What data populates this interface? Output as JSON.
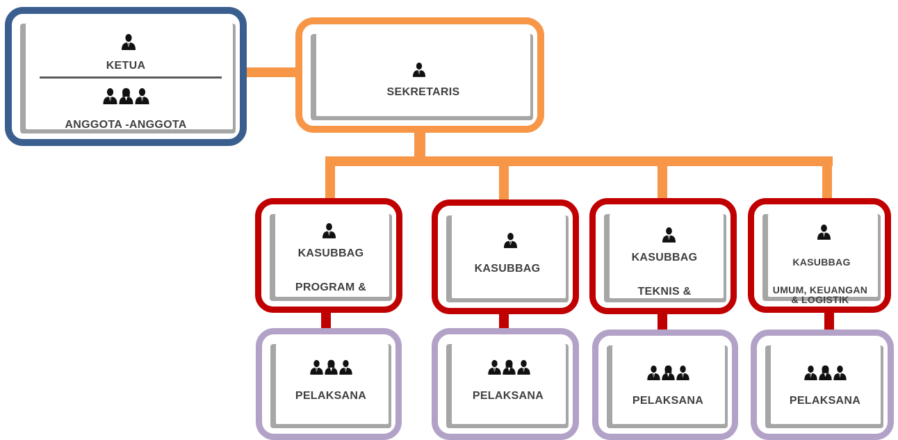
{
  "chair": {
    "title": "KETUA",
    "members_label": "ANGGOTA -ANGGOTA"
  },
  "secretary": {
    "title": "SEKRETARIS"
  },
  "subdivisions": [
    {
      "title": "KASUBBAG",
      "subtitle": "PROGRAM &",
      "staff_label": "PELAKSANA"
    },
    {
      "title": "KASUBBAG",
      "subtitle": "",
      "staff_label": "PELAKSANA"
    },
    {
      "title": "KASUBBAG",
      "subtitle": "TEKNIS &",
      "staff_label": "PELAKSANA"
    },
    {
      "title": "KASUBBAG",
      "subtitle": "UMUM, KEUANGAN & LOGISTIK",
      "staff_label": "PELAKSANA"
    }
  ],
  "colors": {
    "chair_border": "#3a5f8f",
    "secretary_border": "#f79646",
    "subdivision_border": "#c00000",
    "staff_border": "#b3a2c7",
    "connector_orange": "#f79646",
    "connector_red": "#c00000"
  },
  "icons": {
    "single": "person-suit-icon",
    "group": "people-group-icon"
  }
}
